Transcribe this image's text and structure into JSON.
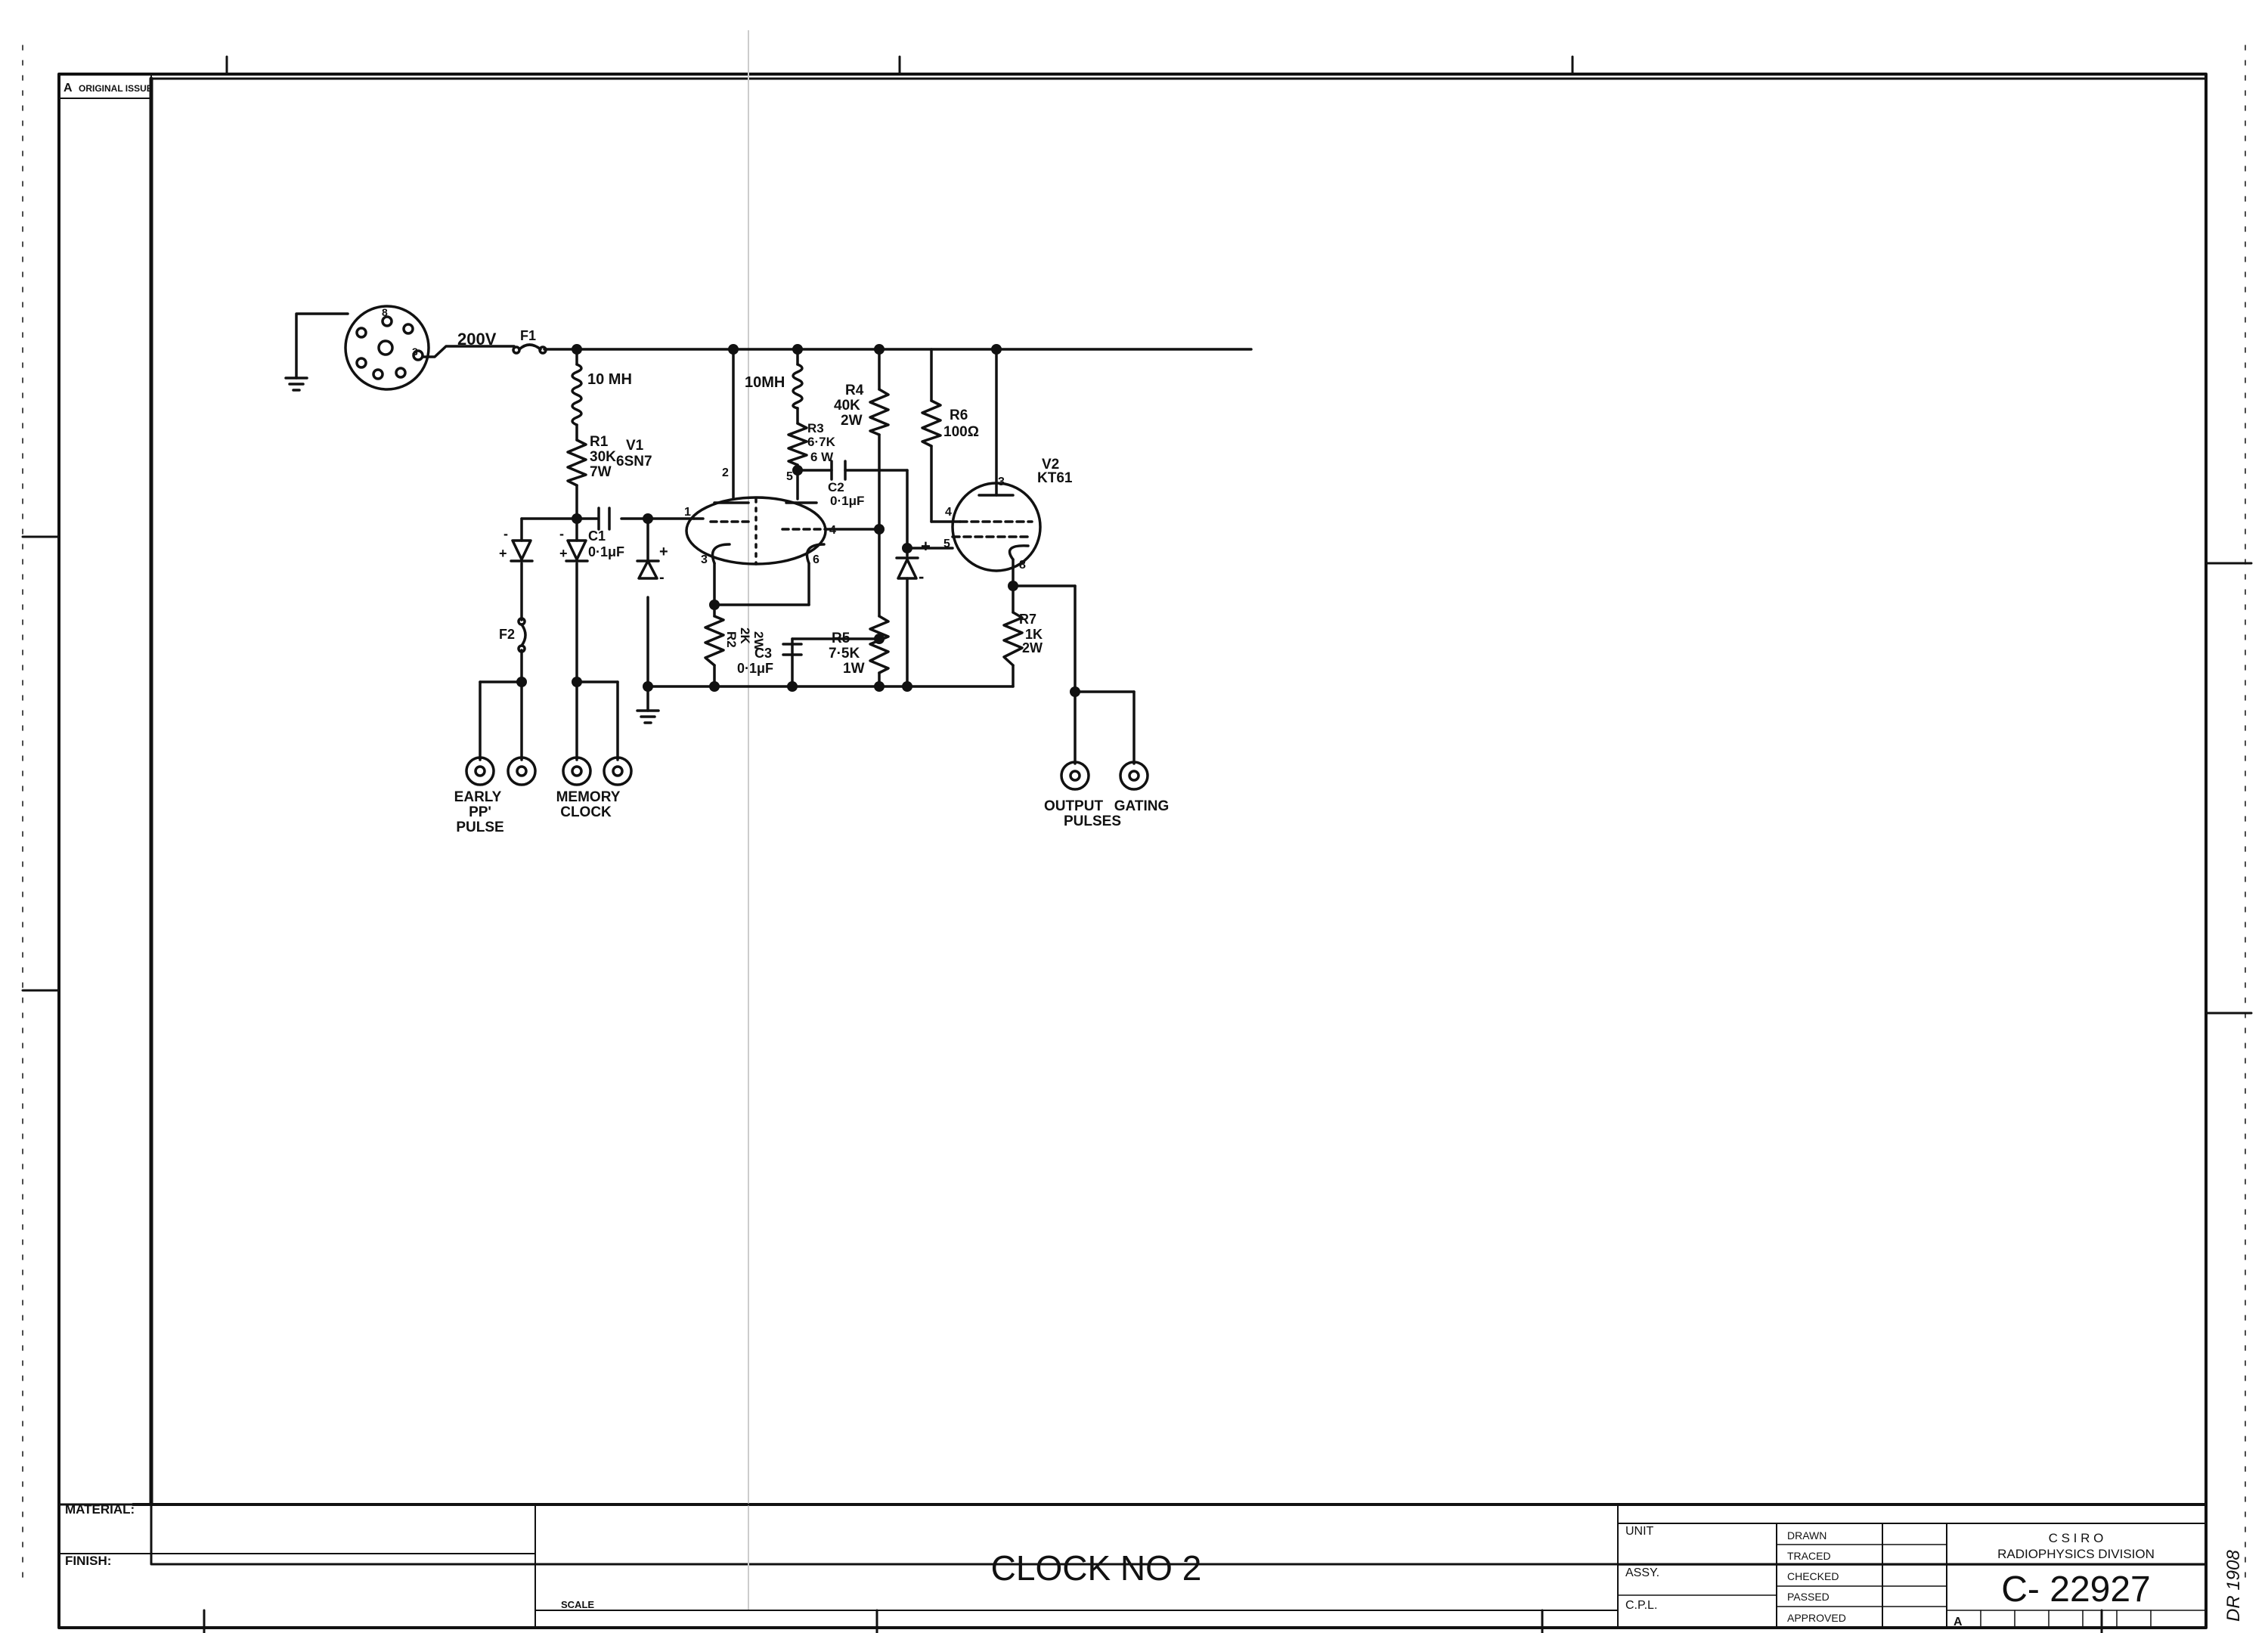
{
  "revision": {
    "letter": "A",
    "text": "ORIGINAL ISSUE"
  },
  "title": "CLOCK NO 2",
  "title_block": {
    "material_label": "MATERIAL:",
    "finish_label": "FINISH:",
    "scale_label": "SCALE",
    "unit_label": "UNIT",
    "assy_label": "ASSY.",
    "cpl_label": "C.P.L.",
    "drawn": "DRAWN",
    "traced": "TRACED",
    "checked": "CHECKED",
    "passed": "PASSED",
    "approved": "APPROVED",
    "org_line1": "C S I R O",
    "org_line2": "RADIOPHYSICS DIVISION",
    "drawing_number": "C- 22927",
    "rev_box": "A",
    "dr_number": "DR 1908"
  },
  "circuit": {
    "supply": "200V",
    "fuse1": "F1",
    "fuse2": "F2",
    "connector_pins": {
      "p8": "8",
      "p3": "3"
    },
    "l1": "10 MH",
    "l2": "10MH",
    "r1": {
      "name": "R1",
      "val": "30K",
      "watt": "7W"
    },
    "r2": {
      "name": "R2",
      "val": "2K",
      "watt": "2W"
    },
    "r3": {
      "name": "R3",
      "val": "6·7K",
      "watt": "6 W"
    },
    "r4": {
      "name": "R4",
      "val": "40K",
      "watt": "2W"
    },
    "r5": {
      "name": "R5",
      "val": "7·5K",
      "watt": "1W"
    },
    "r6": {
      "name": "R6",
      "val": "100Ω"
    },
    "r7": {
      "name": "R7",
      "val": "1K",
      "watt": "2W"
    },
    "c1": {
      "name": "C1",
      "val": "0·1μF"
    },
    "c2": {
      "name": "C2",
      "val": "0·1μF"
    },
    "c3": {
      "name": "C3",
      "val": "0·1μF"
    },
    "v1": {
      "name": "V1",
      "type": "6SN7"
    },
    "v2": {
      "name": "V2",
      "type": "KT61"
    },
    "v1_pins": {
      "p1": "1",
      "p2": "2",
      "p3": "3",
      "p4": "4",
      "p5": "5",
      "p6": "6"
    },
    "v2_pins": {
      "p3": "3",
      "p4": "4",
      "p5": "5",
      "p8": "8"
    },
    "plus": "+",
    "minus": "-",
    "early_pp_pulse": [
      "EARLY",
      "PP'",
      "PULSE"
    ],
    "memory_clock": [
      "MEMORY",
      "CLOCK"
    ],
    "output_pulses": [
      "OUTPUT",
      "PULSES"
    ],
    "gating": "GATING"
  }
}
